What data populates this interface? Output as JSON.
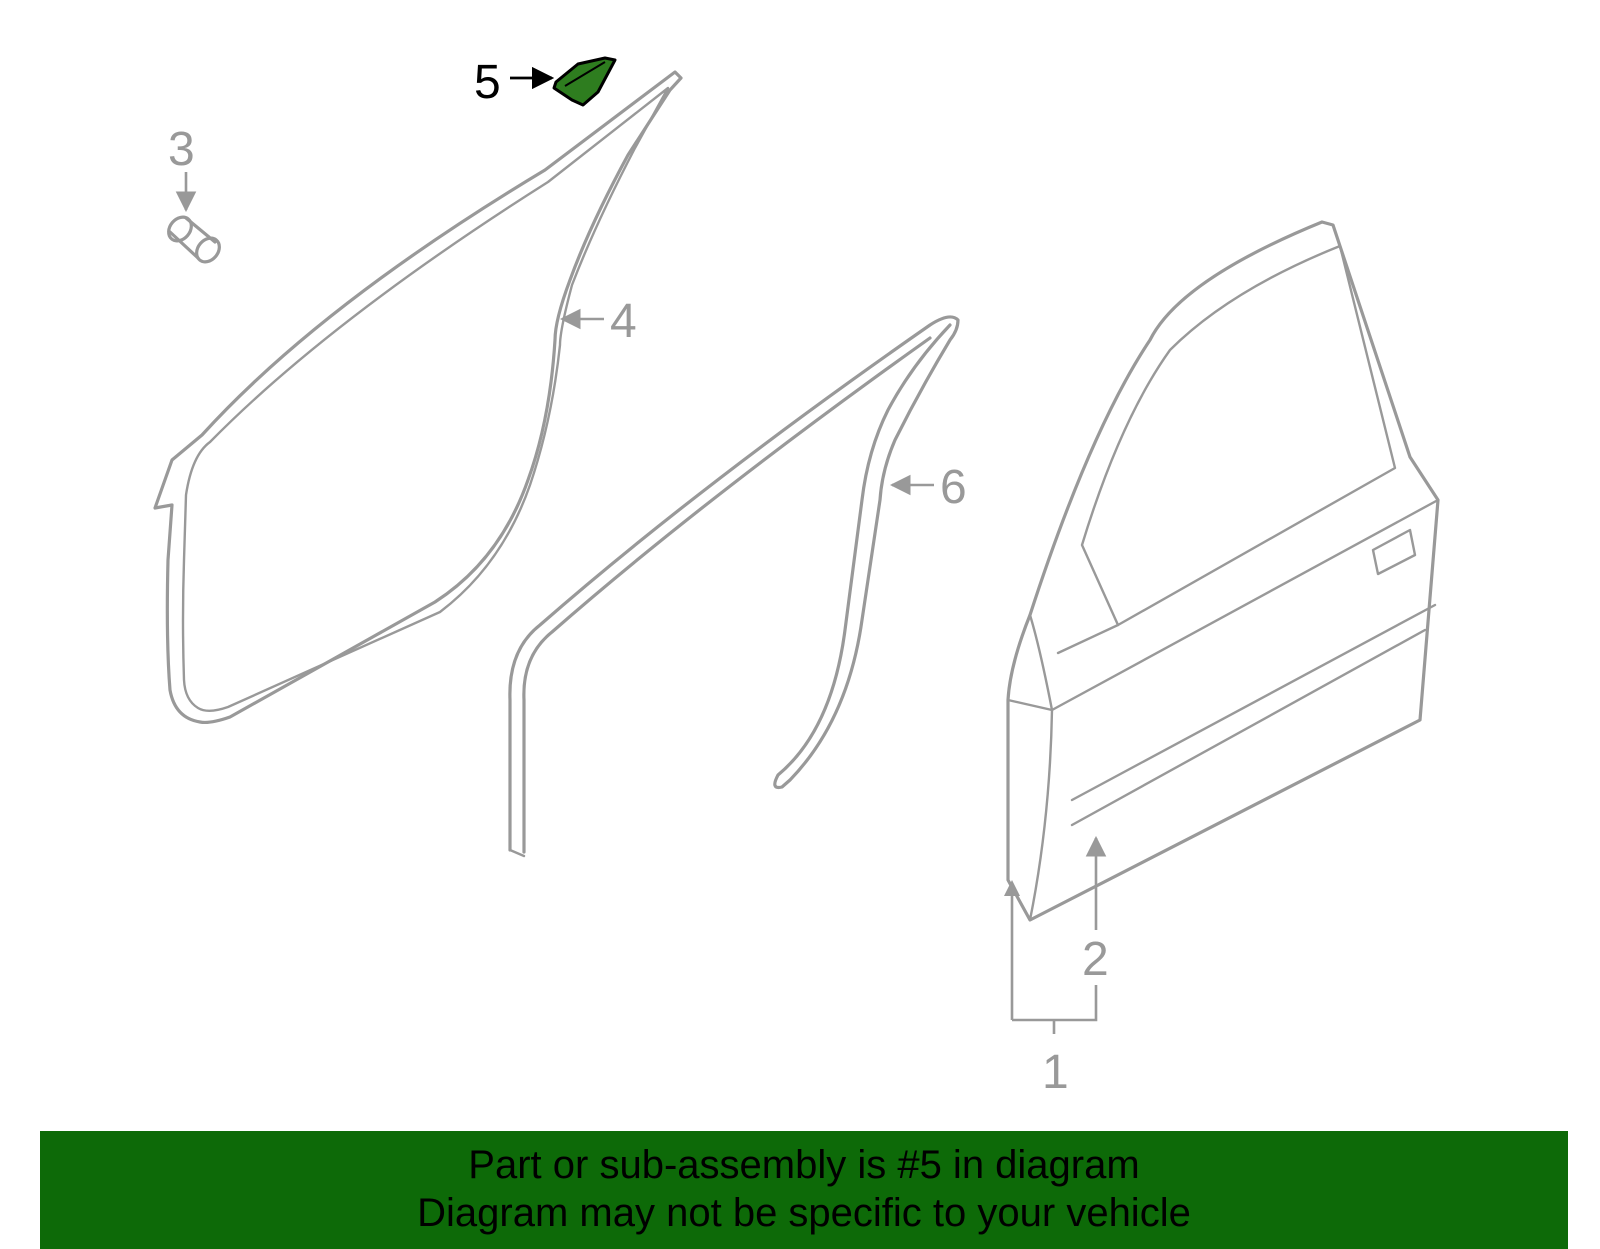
{
  "diagram": {
    "callouts": {
      "c1": "1",
      "c2": "2",
      "c3": "3",
      "c4": "4",
      "c5": "5",
      "c6": "6"
    },
    "highlight_color": "#2e7d1f",
    "part_color": "#999999"
  },
  "banner": {
    "line1": "Part or sub-assembly is #5 in diagram",
    "line2": "Diagram may not be specific to your vehicle",
    "background": "#0d6a08"
  }
}
